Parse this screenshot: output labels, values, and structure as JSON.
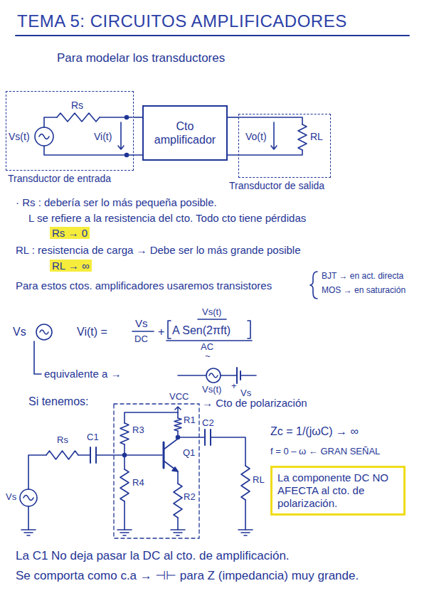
{
  "diagram": {
    "title": "TEMA 5: CIRCUITOS AMPLIFICADORES",
    "nodes": [
      {
        "text": [
          "Transductor de entrada"
        ]
      },
      {
        "text": [
          "Cto amplificador"
        ]
      },
      {
        "text": [
          "Transductor de salida"
        ]
      },
      {
        "text": [
          "La componente DC NO AFECTA al cto. de polarización."
        ]
      }
    ],
    "edges": [
      {
        "from": 0,
        "to": 1,
        "arrow": "none"
      },
      {
        "from": 1,
        "to": 2,
        "arrow": "none"
      }
    ],
    "labels": [
      "Para modelar los transductores",
      "Rs",
      "Vs(t)",
      "Vi(t)",
      "Vo(t)",
      "RL",
      "· Rs : debería ser lo más pequeña posible.",
      "L se refiere a la resistencia del cto. Todo cto tiene pérdidas",
      "Rs → 0",
      "RL : resistencia de carga → Debe ser lo más grande posible",
      "RL → ∞",
      "Para estos ctos. amplificadores usaremos transistores",
      "BJT → en act. directa",
      "MOS → en saturación",
      "Vs",
      "Vi(t) =",
      "Vs",
      "DC",
      "+",
      "Vs(t)",
      "A Sen(2πft)",
      "AC",
      "~",
      "equivalente a →",
      "Vs(t)",
      "+",
      "Vs",
      "Si tenemos:",
      "VCC",
      "→ Cto de polarización",
      "Rs",
      "C1",
      "R3",
      "R1",
      "C2",
      "Q1",
      "R4",
      "R2",
      "RL",
      "Vs",
      "Zc = 1/(jωC) → ∞",
      "f = 0 – ω ← GRAN SEÑAL",
      "La C1 No deja pasar la DC al cto. de amplificación.",
      "Se comporta como c.a → ⊣⊢ para Z (impedancia) muy grande."
    ]
  }
}
